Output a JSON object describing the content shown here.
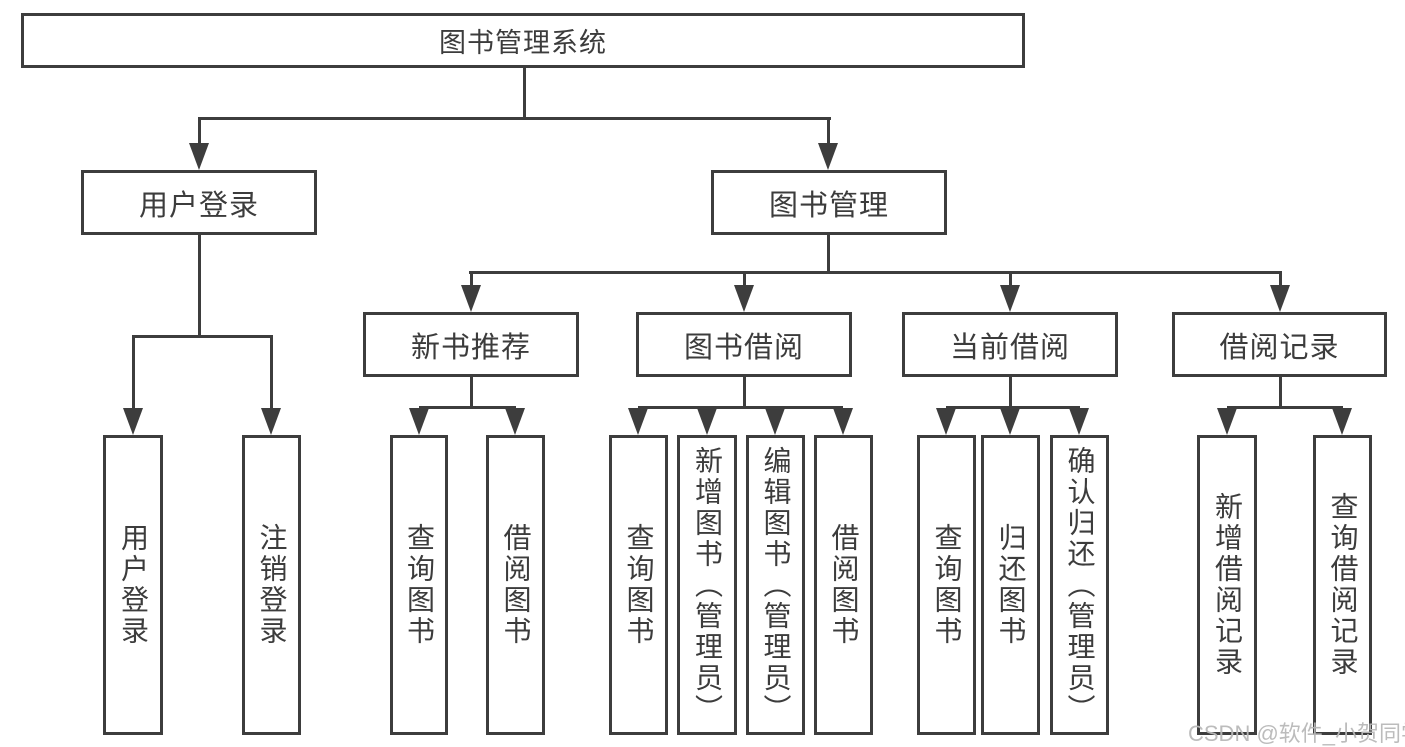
{
  "diagram_title": "图书管理系统",
  "nodes": {
    "root": "图书管理系统",
    "user_login": "用户登录",
    "book_management": "图书管理",
    "new_book_recommend": "新书推荐",
    "book_borrowing": "图书借阅",
    "current_borrowing": "当前借阅",
    "borrowing_records": "借阅记录"
  },
  "leaves": {
    "user_login_login": "用户登录",
    "user_login_logout": "注销登录",
    "recommend_query_books": "查询图书",
    "recommend_borrow_books": "借阅图书",
    "borrowing_query_books": "查询图书",
    "borrowing_add_books": "新增图书（管理员）",
    "borrowing_edit_books": "编辑图书（管理员）",
    "borrowing_borrow_books": "借阅图书",
    "current_query_books": "查询图书",
    "current_return_books": "归还图书",
    "current_confirm_return": "确认归还（管理员）",
    "records_add_record": "新增借阅记录",
    "records_query_record": "查询借阅记录"
  },
  "watermark": "CSDN @软件_小贺同学",
  "colors": {
    "line": "#3d3d3d",
    "text": "#3c3c3c",
    "watermark": "#b8b8b8",
    "background": "#ffffff"
  }
}
